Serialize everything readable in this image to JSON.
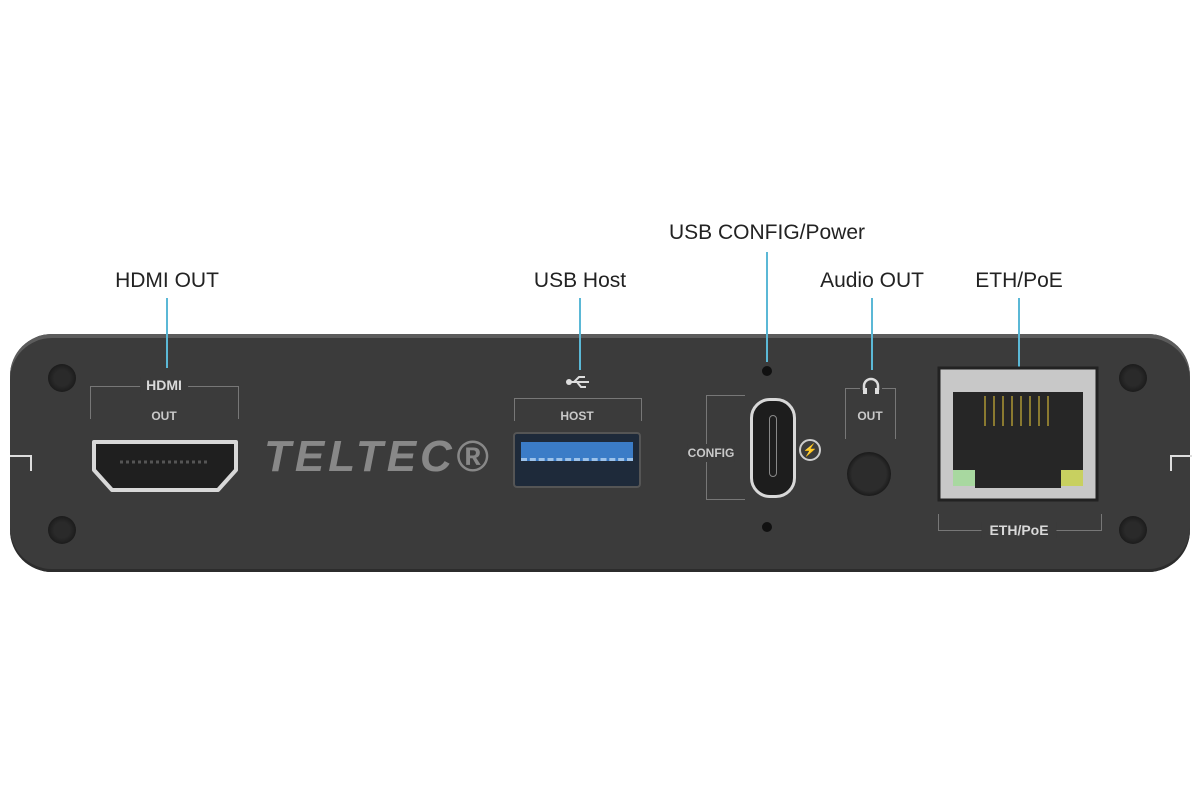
{
  "callouts": {
    "hdmi_out": "HDMI OUT",
    "usb_host": "USB Host",
    "usb_config_power": "USB CONFIG/Power",
    "audio_out": "Audio OUT",
    "eth_poe": "ETH/PoE"
  },
  "silkscreen": {
    "hdmi": "HDMI",
    "hdmi_out": "OUT",
    "host": "HOST",
    "config": "CONFIG",
    "audio_out": "OUT",
    "eth_poe": "ETH/PoE"
  },
  "watermark": "TELTEC®",
  "colors": {
    "leader": "#5bb8d6",
    "body": "#3b3b3b",
    "usb_blue": "#2f6fb8"
  }
}
